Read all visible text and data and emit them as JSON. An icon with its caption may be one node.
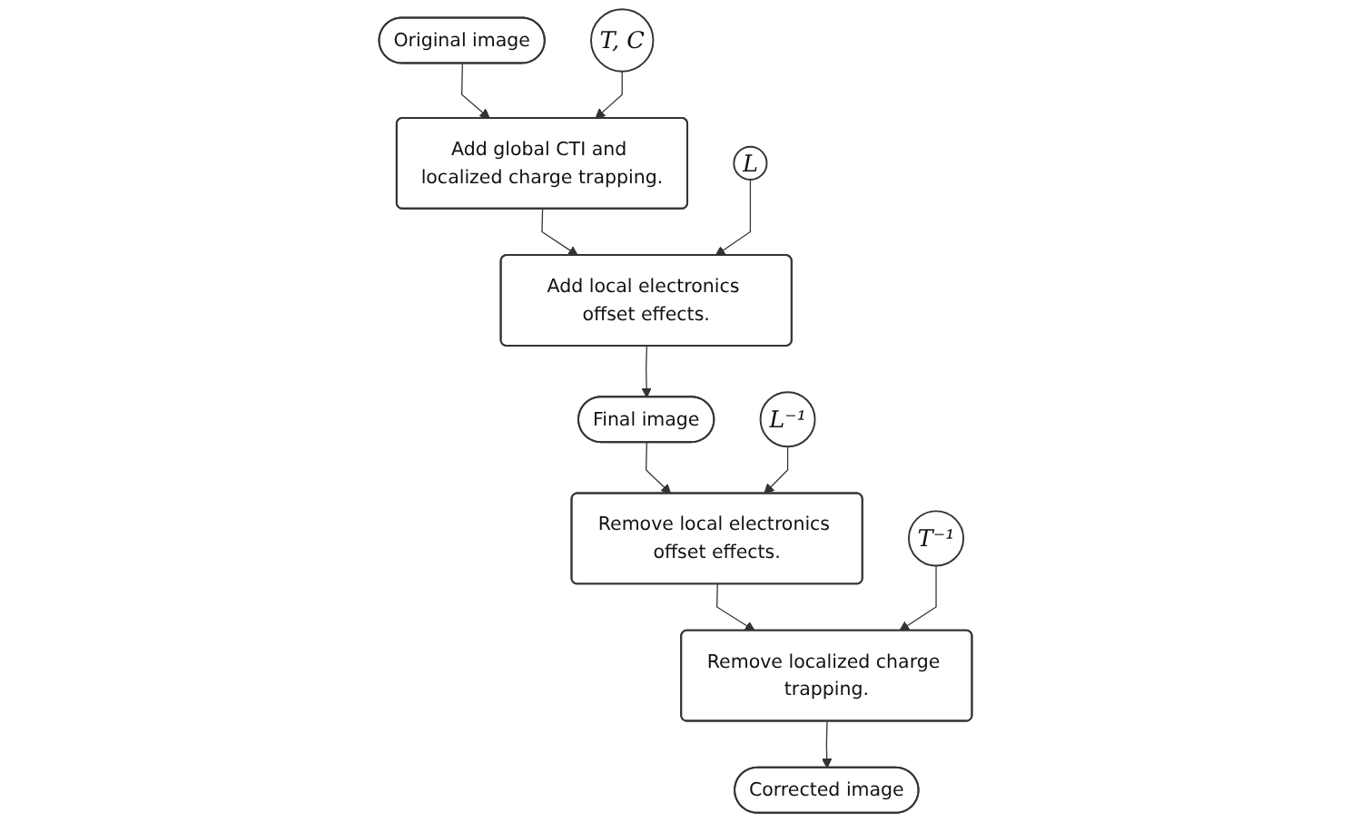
{
  "diagram": {
    "nodes": [
      {
        "text": [
          "Original image"
        ]
      },
      {
        "text": [
          "Corrected image"
        ]
      },
      {
        "text": [
          "T, C"
        ]
      },
      {
        "text": [
          "Add global CTI and localized charge trapping."
        ]
      },
      {
        "text": [
          "Remove localized charge trapping."
        ]
      },
      {
        "text": [
          "T⁻¹"
        ]
      },
      {
        "text": [
          "L"
        ]
      },
      {
        "text": [
          "Add local electronics offset effects."
        ]
      },
      {
        "text": [
          "Remove local electronics offset effects."
        ]
      },
      {
        "text": [
          "L⁻¹"
        ]
      },
      {
        "text": [
          "Final image"
        ]
      }
    ],
    "edges": [
      {
        "from": 0,
        "to": 3,
        "arrow": "to"
      },
      {
        "from": 2,
        "to": 3,
        "arrow": "to"
      },
      {
        "from": 3,
        "to": 7,
        "arrow": "to"
      },
      {
        "from": 6,
        "to": 7,
        "arrow": "to"
      },
      {
        "from": 7,
        "to": 10,
        "arrow": "to"
      },
      {
        "from": 10,
        "to": 8,
        "arrow": "to"
      },
      {
        "from": 9,
        "to": 8,
        "arrow": "to"
      },
      {
        "from": 8,
        "to": 4,
        "arrow": "to"
      },
      {
        "from": 5,
        "to": 4,
        "arrow": "to"
      },
      {
        "from": 4,
        "to": 1,
        "arrow": "to"
      }
    ]
  }
}
